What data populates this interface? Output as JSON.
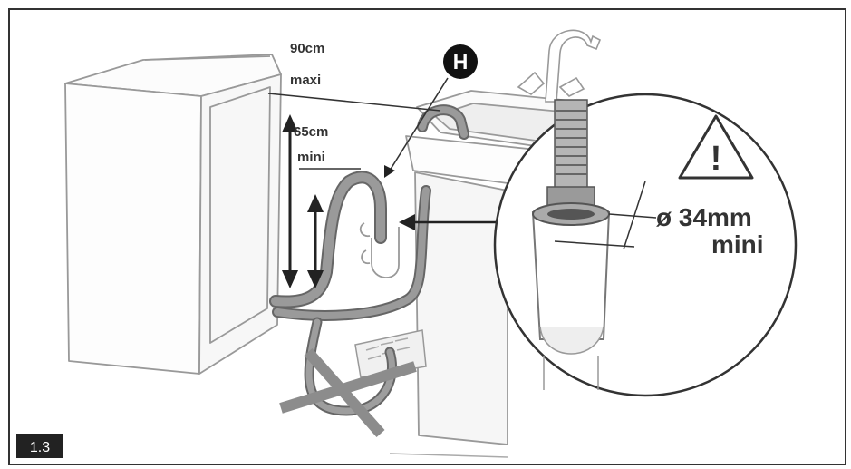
{
  "labels": {
    "max_height_value": "90cm",
    "max_height_qualifier": "maxi",
    "min_height_value": "65cm",
    "min_height_qualifier": "mini",
    "hook_marker": "H",
    "warning_symbol": "!",
    "diameter_value": "ø 34mm",
    "diameter_qualifier": "mini",
    "figure_number": "1.3"
  },
  "colors": {
    "border": "#333333",
    "line": "#444444",
    "hose": "#8a8a8a",
    "hose_dark": "#555555",
    "cross": "#8c8c8c",
    "tag_bg": "#222222"
  },
  "icons": {
    "warning": "warning-triangle-icon",
    "prohibited": "cross-mark-icon"
  }
}
